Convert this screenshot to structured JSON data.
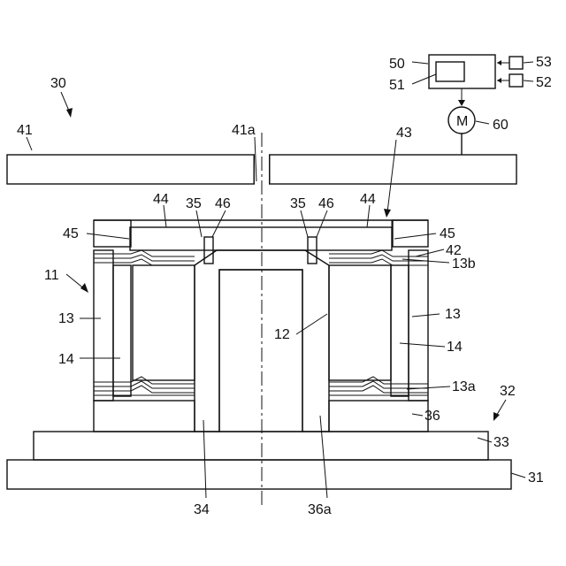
{
  "labels": {
    "l30": "30",
    "l41": "41",
    "l41a": "41a",
    "l43": "43",
    "l50": "50",
    "l51": "51",
    "l52": "52",
    "l53": "53",
    "l60": "60",
    "motor": "M",
    "l44a": "44",
    "l44b": "44",
    "l35a": "35",
    "l35b": "35",
    "l46a": "46",
    "l46b": "46",
    "l45a": "45",
    "l45b": "45",
    "l42": "42",
    "l13b": "13b",
    "l11": "11",
    "l13a": "13",
    "l13r": "13",
    "l12": "12",
    "l14a": "14",
    "l14r": "14",
    "l13alower": "13a",
    "l32": "32",
    "l36": "36",
    "l33": "33",
    "l31": "31",
    "l34": "34",
    "l36a": "36a"
  },
  "colors": {
    "line": "#111111",
    "background": "#ffffff"
  }
}
